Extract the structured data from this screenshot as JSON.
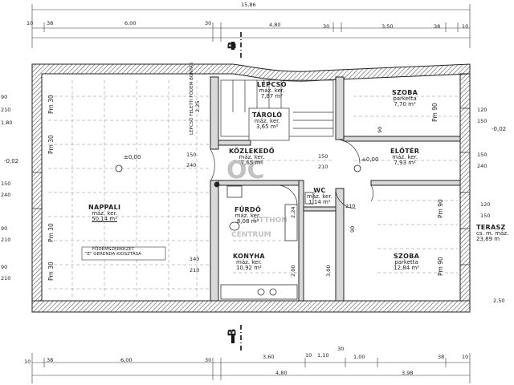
{
  "overall": {
    "top_total": "15,86",
    "bottom_total": "3,98"
  },
  "top_dims": [
    "10",
    "38",
    "6,00",
    "30",
    "4,80",
    "30",
    "3,50",
    "38",
    "10"
  ],
  "bottom_dims": [
    "10",
    "38",
    "6,00",
    "30",
    "3,60",
    "10",
    "1,10",
    "30",
    "1,00",
    "38",
    "10",
    "4,80"
  ],
  "section_mark": "B",
  "rooms": {
    "nappali": {
      "name": "NAPPALI",
      "type": "máz. ker.",
      "area": "50,14 m²"
    },
    "lepcso": {
      "name": "LÉPCSŐ",
      "type": "máz. ker.",
      "area": "7,87 m²"
    },
    "tarolo": {
      "name": "TÁROLÓ",
      "type": "máz. ker.",
      "area": "3,65 m²"
    },
    "szoba1": {
      "name": "SZOBA",
      "type": "parketta",
      "area": "7,70 m²"
    },
    "kozlekedo": {
      "name": "KÖZLEKEDŐ",
      "type": "máz. ker.",
      "area": "7,65 m²"
    },
    "eloter": {
      "name": "ELŐTÉR",
      "type": "máz. ker.",
      "area": "7,93 m²"
    },
    "wc": {
      "name": "WC",
      "type": "máz. ker.",
      "area": "1,14 m²"
    },
    "furdo": {
      "name": "FÜRDŐ",
      "type": "máz. ker.",
      "area": "8,08 m²"
    },
    "konyha": {
      "name": "KONYHA",
      "type": "máz. ker.",
      "area": "10,92 m²"
    },
    "szoba2": {
      "name": "SZOBA",
      "type": "parketta",
      "area": "12,84 m²"
    },
    "terasz": {
      "name": "TERASZ",
      "type": "cs. m. máz.",
      "area": "23,89 m"
    }
  },
  "notes": {
    "stair_demolition": "LÉPCSŐ FELETTI FÖDÉM BONTÁS",
    "beam_note_line1": "FÖDÉMSZERKEZET",
    "beam_note_line2": "\"E\" GERENDA KIOSZTÁSA"
  },
  "levels": {
    "zero": "±0,00",
    "minus": "-0,02"
  },
  "left_labels": [
    "90",
    "210",
    "1,80",
    "-0,02",
    "150",
    "240",
    "90",
    "210",
    "90",
    "210"
  ],
  "right_labels": [
    "120",
    "150",
    "-0,02",
    "150",
    "240",
    "120",
    "150",
    "2,50"
  ],
  "door_labels": {
    "d150": "150",
    "d240": "240",
    "d140": "140",
    "d210": "210",
    "d90": "90",
    "d150b": "150",
    "d210b": "210",
    "d90b": "90",
    "d210c": "210",
    "d2_25": "2,25",
    "d224": "2,24",
    "d200": "2,00",
    "d300": "3,00"
  },
  "pm": "Pm 30",
  "pm90": "Pm 90",
  "watermark": {
    "logo": "OC",
    "text1": "OTTHON",
    "text2": "CENTRUM"
  }
}
